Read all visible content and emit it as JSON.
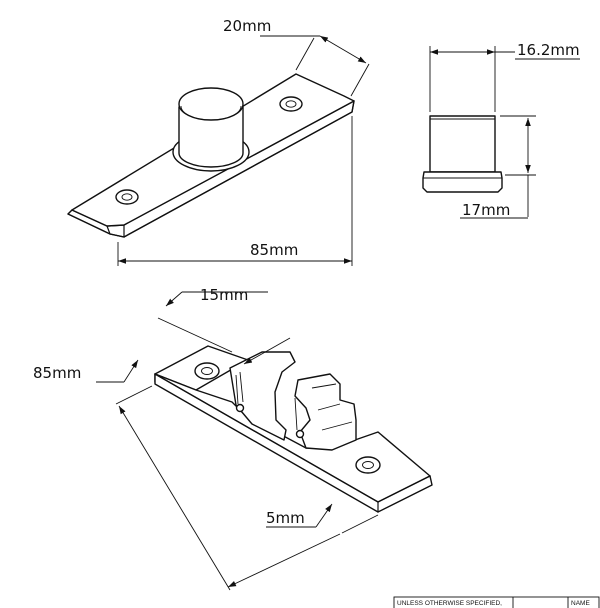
{
  "dimensions": {
    "top_width": "20mm",
    "top_length": "85mm",
    "side_diameter": "16.2mm",
    "side_base": "17mm",
    "bottom_width": "15mm",
    "bottom_length": "85mm",
    "bottom_thickness": "5mm"
  },
  "title_block": {
    "note": "UNLESS OTHERWISE SPECIFIED,",
    "name_header": "NAME"
  },
  "colors": {
    "line": "#111111",
    "background": "#ffffff"
  }
}
